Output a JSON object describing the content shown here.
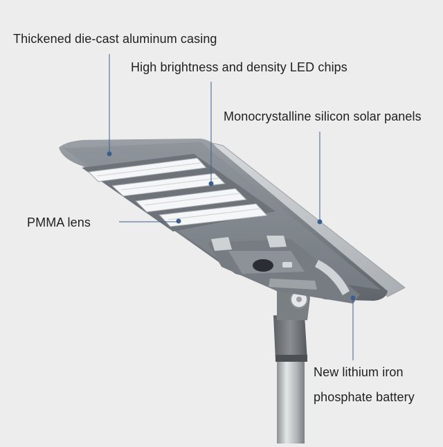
{
  "callouts": {
    "casing": "Thickened die-cast aluminum casing",
    "led": "High brightness and density LED chips",
    "solar": "Monocrystalline silicon solar panels",
    "lens": "PMMA lens",
    "battery_line1": "New lithium iron",
    "battery_line2": "phosphate battery"
  },
  "colors": {
    "background": "#ededed",
    "leader_line": "#3a5f8f",
    "housing": "#7c8288",
    "led_chip": "#f4f6f8",
    "solar_frame": "#c9cdd1",
    "pole": "#b8bcbf"
  }
}
